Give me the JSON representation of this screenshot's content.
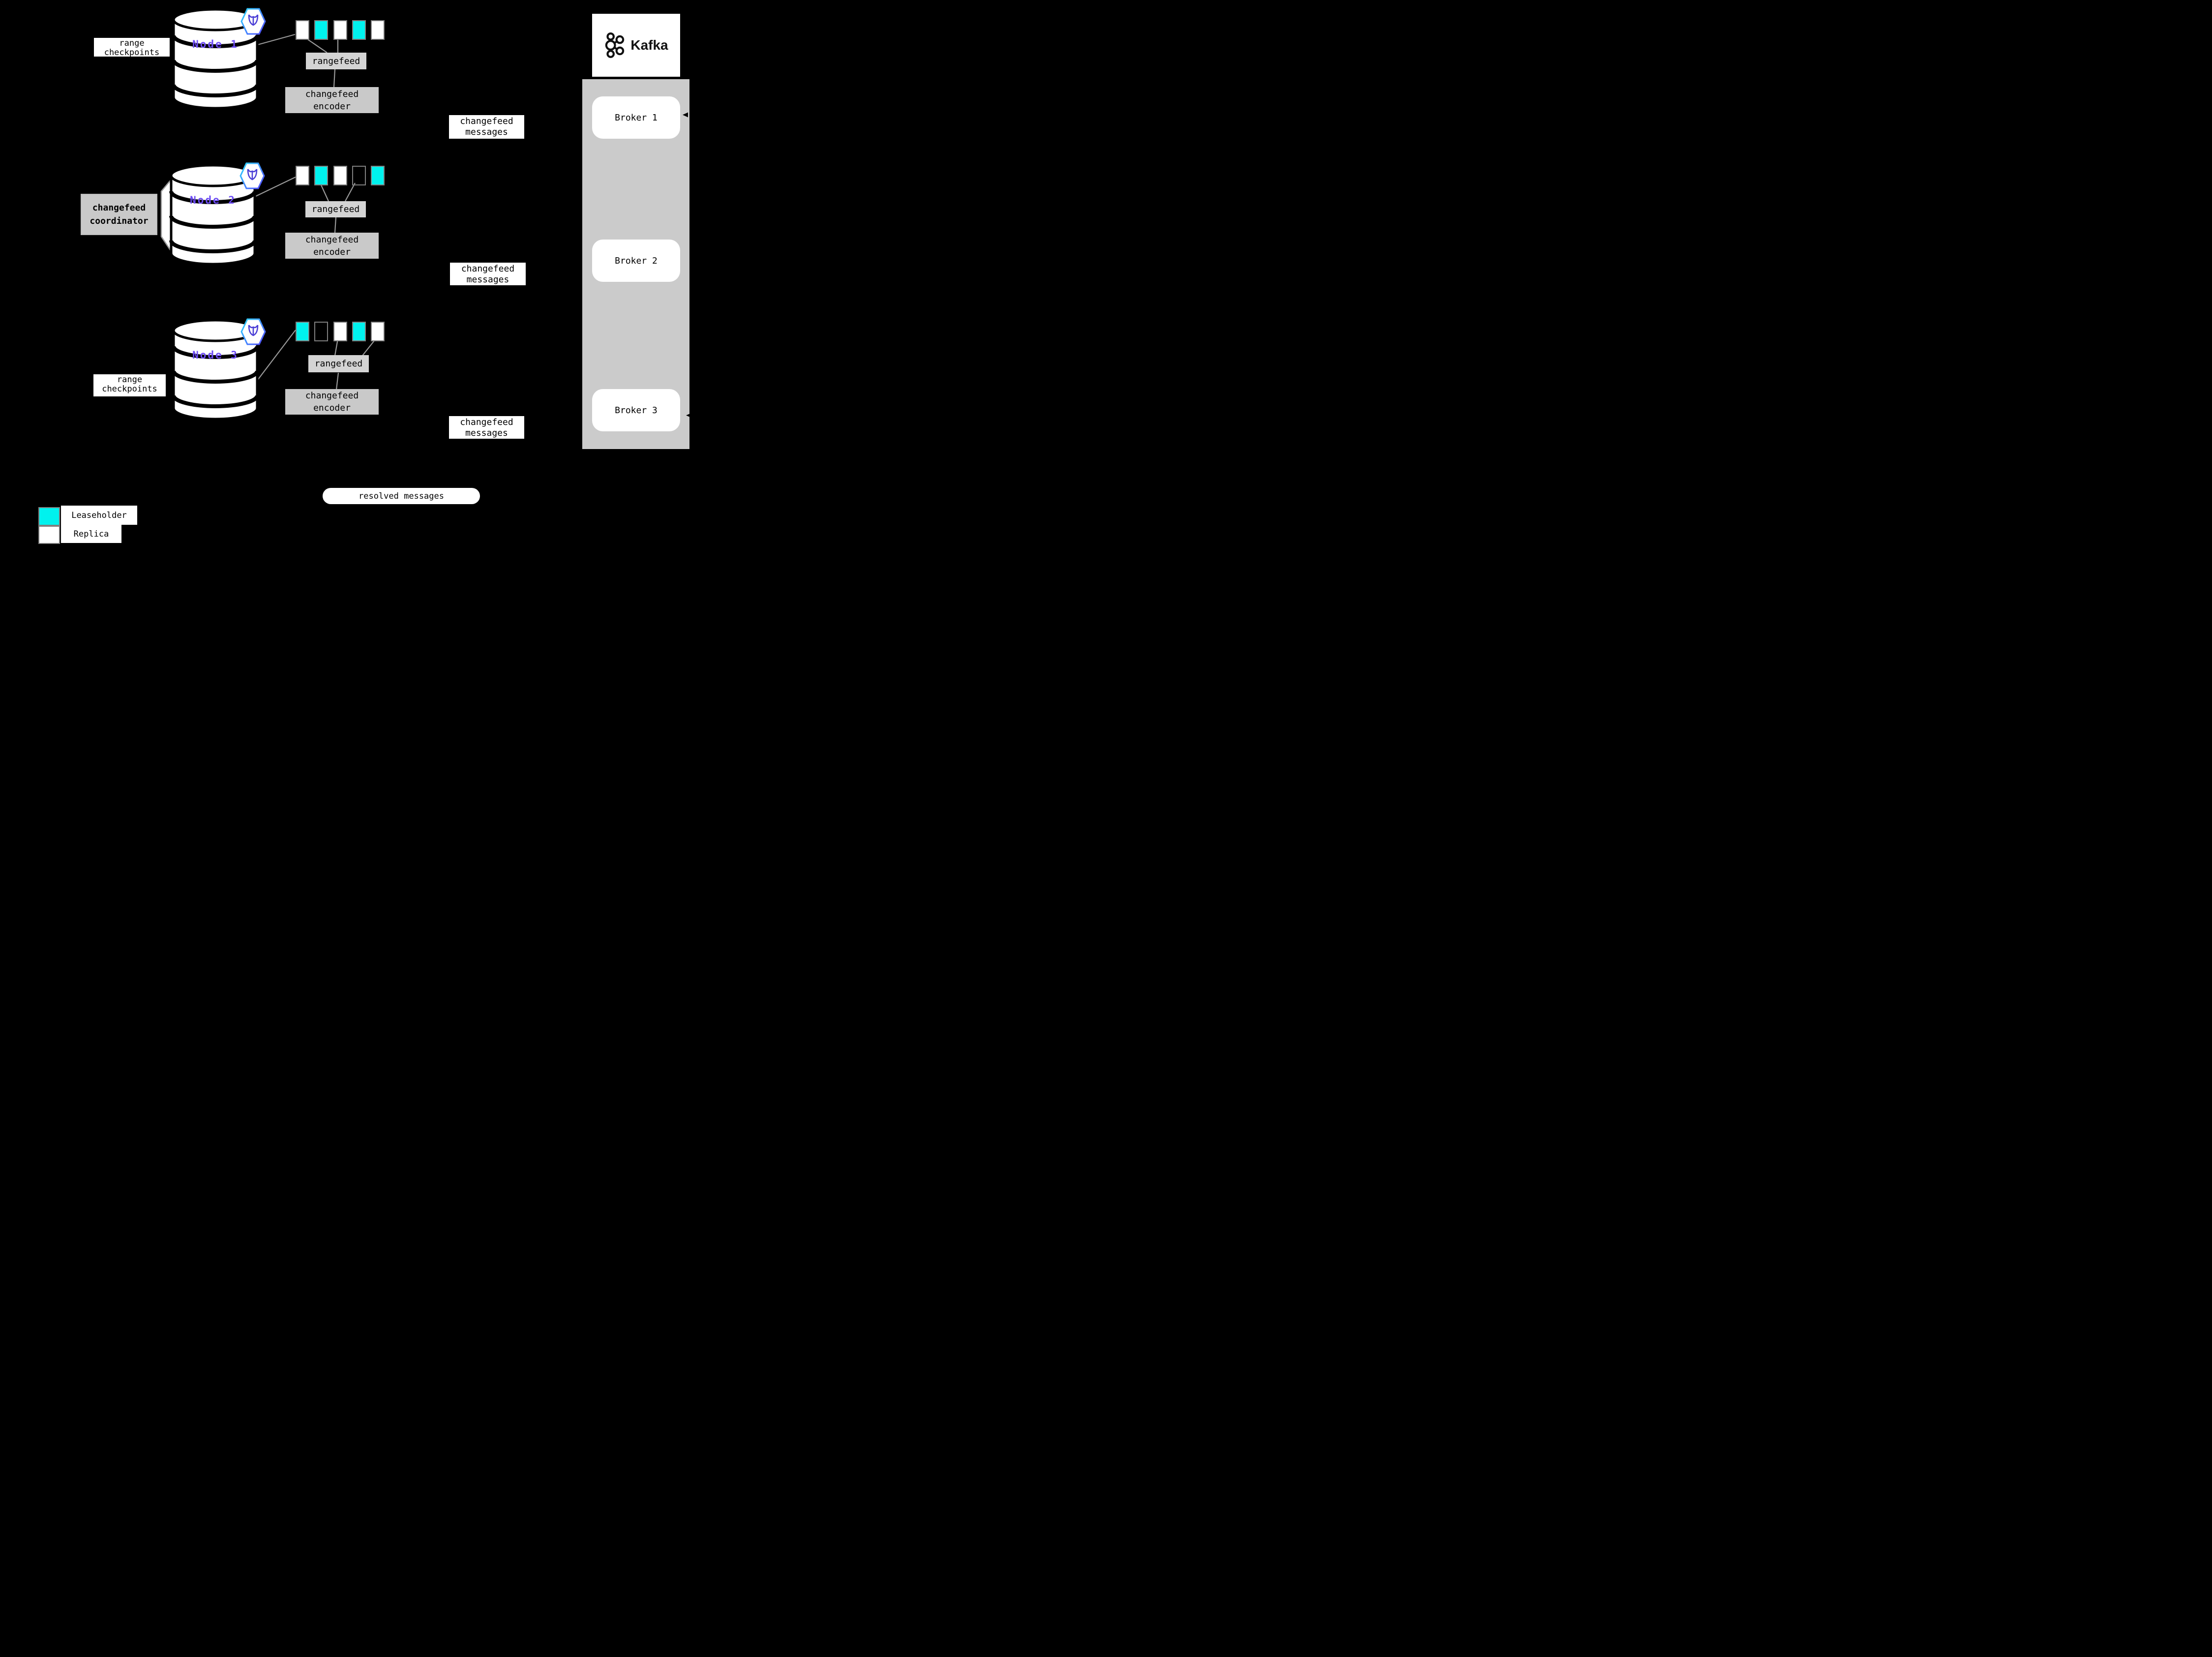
{
  "diagram": {
    "labels": {
      "range": "range",
      "checkpoints": "checkpoints",
      "rangefeed": "rangefeed",
      "changefeed": "changefeed",
      "encoder": "encoder",
      "messages": "messages",
      "coordinator": "coordinator",
      "resolved": "resolved messages"
    },
    "nodes": [
      {
        "label": "Node 1"
      },
      {
        "label": "Node 2"
      },
      {
        "label": "Node 3"
      }
    ],
    "rows": [
      {
        "pattern": [
          "replica",
          "leaseholder",
          "replica",
          "leaseholder",
          "replica"
        ]
      },
      {
        "pattern": [
          "replica",
          "leaseholder",
          "replica",
          "empty",
          "leaseholder"
        ]
      },
      {
        "pattern": [
          "leaseholder",
          "empty",
          "replica",
          "leaseholder",
          "replica"
        ]
      }
    ],
    "kafka": {
      "title": "Kafka",
      "brokers": [
        {
          "label": "Broker 1"
        },
        {
          "label": "Broker 2"
        },
        {
          "label": "Broker 3"
        }
      ]
    },
    "legend": [
      {
        "kind": "leaseholder",
        "label": "Leaseholder"
      },
      {
        "kind": "replica",
        "label": "Replica"
      }
    ],
    "colors": {
      "leaseholder": "#00f2ee",
      "replica": "#ffffff",
      "square_border": "#7f7f7f",
      "connector": "#999999",
      "node_label": "#6c4bf4",
      "column": "#cbcbcb",
      "process_box": "#c9c9c9",
      "background": "#000000"
    }
  }
}
